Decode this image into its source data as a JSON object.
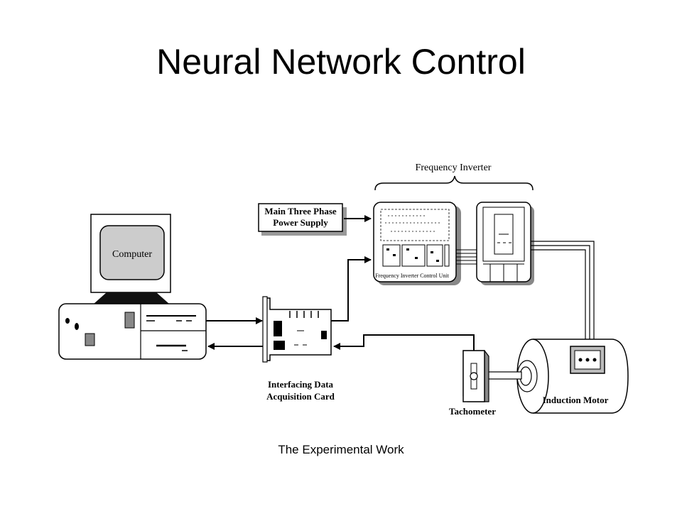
{
  "slide": {
    "title": "Neural Network Control",
    "footer": "The Experimental Work"
  },
  "diagram": {
    "computer_label": "Computer",
    "power_supply_line1": "Main Three Phase",
    "power_supply_line2": "Power Supply",
    "frequency_inverter_label": "Frequency Inverter",
    "inverter_control_unit_label": "Frequency Inverter Control Unit",
    "daq_card_line1": "Interfacing Data",
    "daq_card_line2": "Acquisition Card",
    "tachometer_label": "Tachometer",
    "induction_motor_label": "Induction Motor"
  }
}
